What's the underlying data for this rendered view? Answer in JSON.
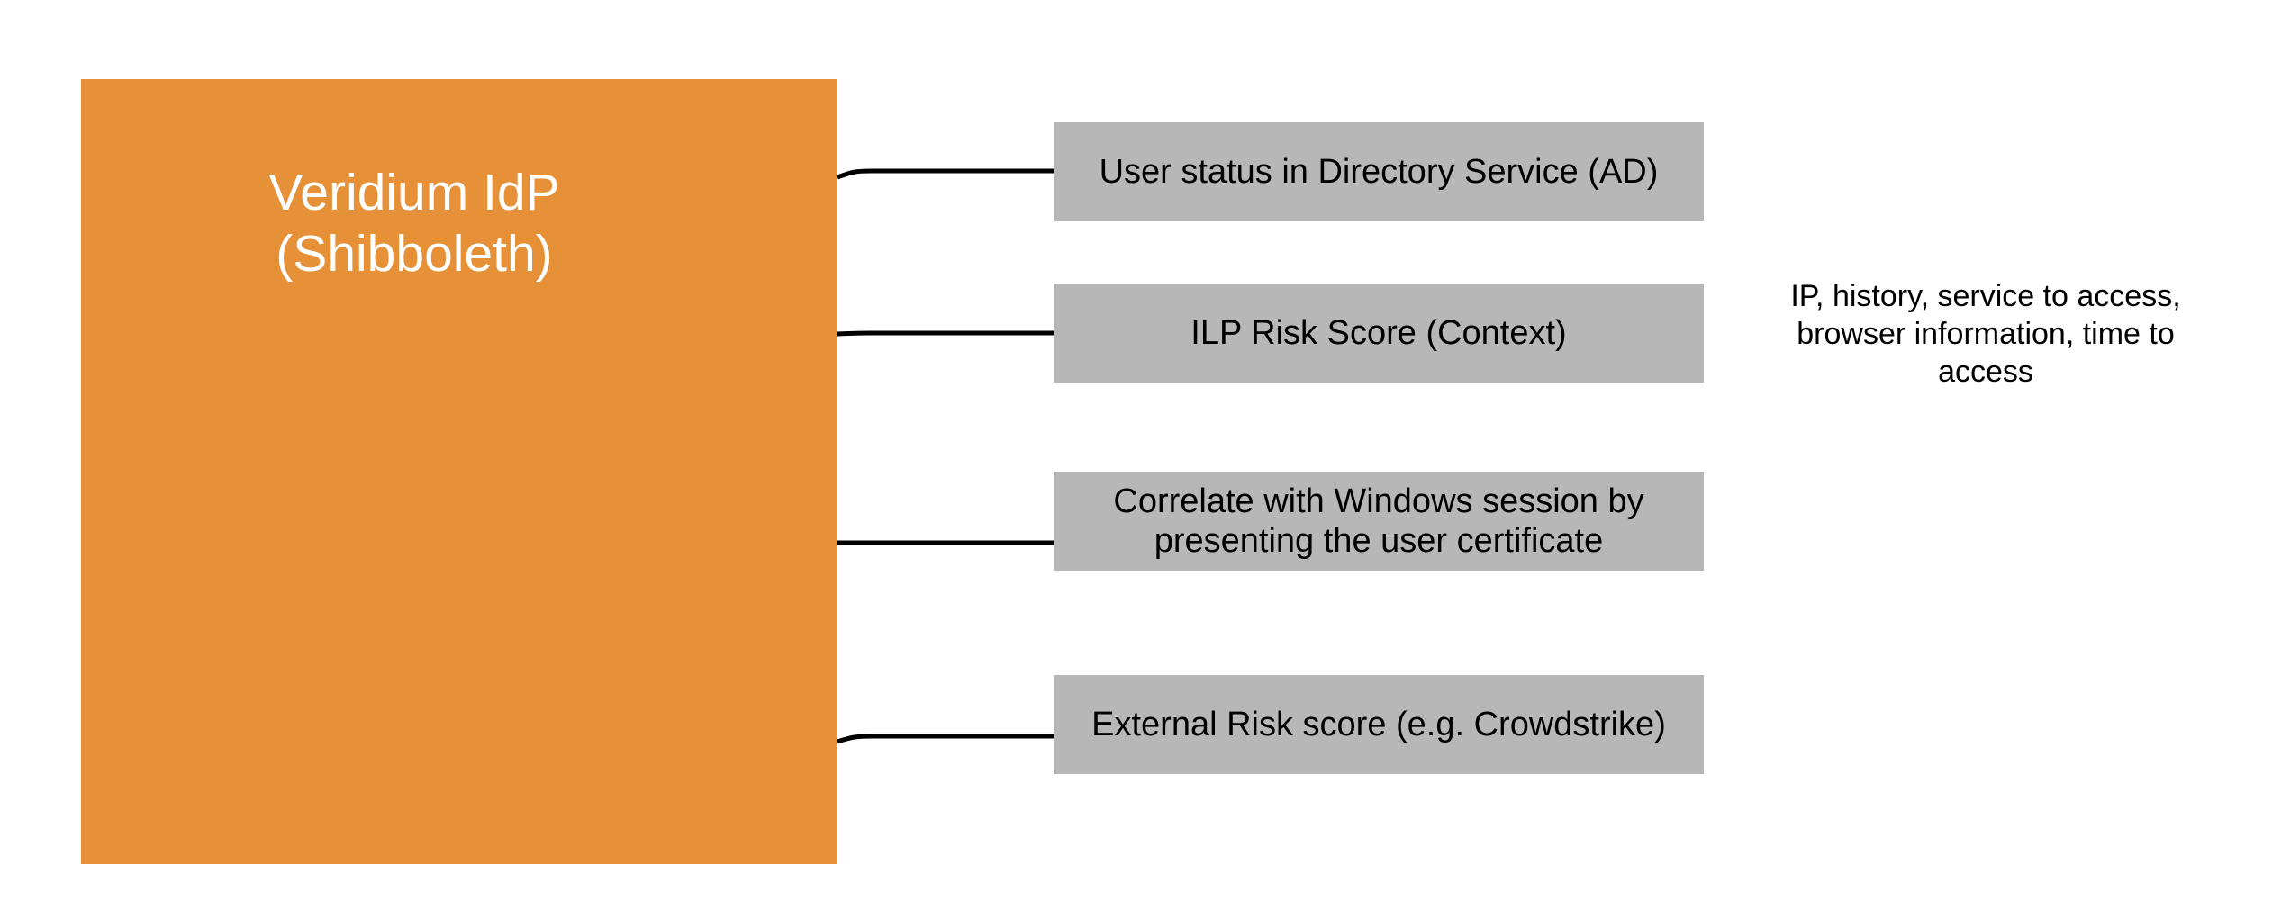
{
  "colors": {
    "main_node_fill": "#E69138",
    "main_node_text": "#FFFFFF",
    "item_fill": "#B7B7B7",
    "item_text": "#000000",
    "connector": "#000000",
    "background": "#FFFFFF"
  },
  "diagram": {
    "main_node": {
      "label": "Veridium IdP\n(Shibboleth)"
    },
    "factors": [
      {
        "label": "User status in Directory Service (AD)"
      },
      {
        "label": "ILP Risk Score (Context)"
      },
      {
        "label": "Correlate with Windows session by\npresenting the user certificate"
      },
      {
        "label": "External Risk score (e.g. Crowdstrike)"
      }
    ],
    "annotation": "IP, history, service to access,\nbrowser information, time to\naccess"
  }
}
